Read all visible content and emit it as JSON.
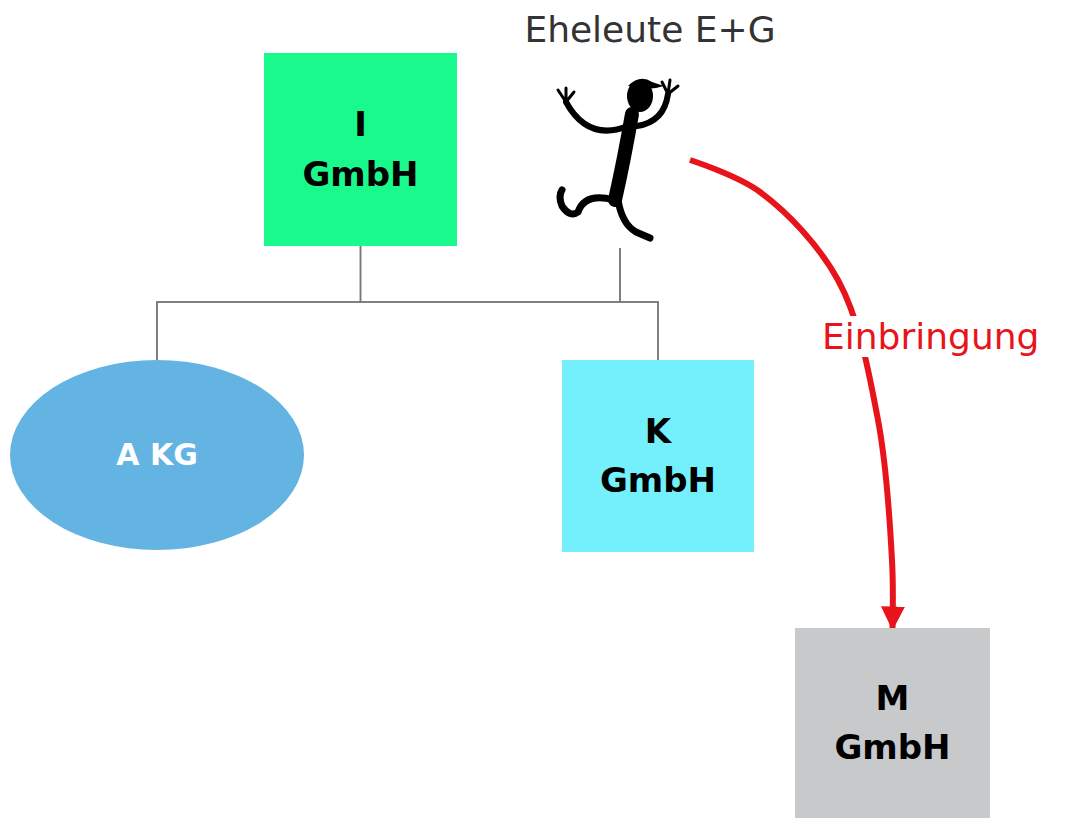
{
  "diagram": {
    "nodes": [
      {
        "text": [
          "I GmbH"
        ]
      },
      {
        "text": [
          "Eheleute E+G"
        ]
      },
      {
        "text": [
          "A KG"
        ]
      },
      {
        "text": [
          "K GmbH"
        ]
      },
      {
        "text": [
          "M GmbH"
        ]
      }
    ],
    "edges": [
      {
        "from": 0,
        "to": 2,
        "arrow": "none"
      },
      {
        "from": 0,
        "to": 3,
        "arrow": "none"
      },
      {
        "from": 1,
        "to": 2,
        "arrow": "none"
      },
      {
        "from": 1,
        "to": 3,
        "arrow": "none"
      },
      {
        "from": 1,
        "to": 4,
        "label": "Einbringung",
        "arrow": "to"
      }
    ]
  }
}
